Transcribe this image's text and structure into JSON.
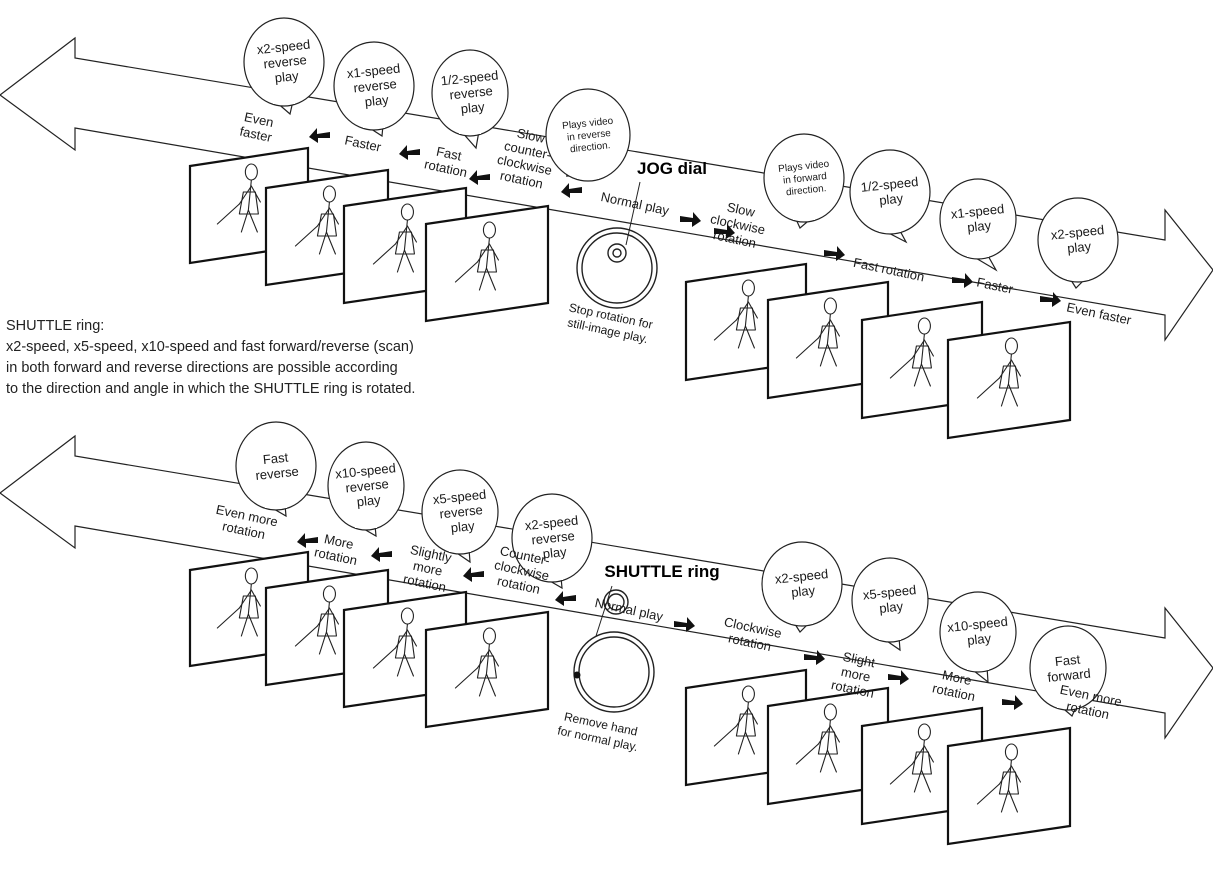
{
  "jog": {
    "title": "JOG dial",
    "center": [
      "Normal play"
    ],
    "stop": [
      "Stop rotation for",
      "still-image play."
    ],
    "rev_bubbles": [
      [
        "x2-speed",
        "reverse",
        "play"
      ],
      [
        "x1-speed",
        "reverse",
        "play"
      ],
      [
        "1/2-speed",
        "reverse",
        "play"
      ],
      [
        "Plays video",
        "in reverse",
        "direction."
      ]
    ],
    "rev_labels": [
      [
        "Even",
        "faster"
      ],
      [
        "Faster"
      ],
      [
        "Fast",
        "rotation"
      ],
      [
        "Slow",
        "counter-",
        "clockwise",
        "rotation"
      ]
    ],
    "fwd_bubbles": [
      [
        "Plays video",
        "in forward",
        "direction."
      ],
      [
        "1/2-speed",
        "play"
      ],
      [
        "x1-speed",
        "play"
      ],
      [
        "x2-speed",
        "play"
      ]
    ],
    "fwd_labels": [
      [
        "Slow",
        "clockwise",
        "rotation"
      ],
      [
        "Fast rotation"
      ],
      [
        "Faster"
      ],
      [
        "Even faster"
      ]
    ]
  },
  "shuttle": {
    "title": "SHUTTLE ring",
    "center": [
      "Normal play"
    ],
    "remove": [
      "Remove hand",
      "for normal play."
    ],
    "rev_bubbles": [
      [
        "Fast",
        "reverse"
      ],
      [
        "x10-speed",
        "reverse",
        "play"
      ],
      [
        "x5-speed",
        "reverse",
        "play"
      ],
      [
        "x2-speed",
        "reverse",
        "play"
      ]
    ],
    "rev_labels": [
      [
        "Even more",
        "rotation"
      ],
      [
        "More",
        "rotation"
      ],
      [
        "Slightly",
        "more",
        "rotation"
      ],
      [
        "Counter-",
        "clockwise",
        "rotation"
      ]
    ],
    "fwd_bubbles": [
      [
        "x2-speed",
        "play"
      ],
      [
        "x5-speed",
        "play"
      ],
      [
        "x10-speed",
        "play"
      ],
      [
        "Fast",
        "forward"
      ]
    ],
    "fwd_labels": [
      [
        "Clockwise",
        "rotation"
      ],
      [
        "Slight",
        "more",
        "rotation"
      ],
      [
        "More",
        "rotation"
      ],
      [
        "Even more",
        "rotation"
      ]
    ]
  },
  "note": "SHUTTLE ring:\nx2-speed, x5-speed, x10-speed and fast forward/reverse (scan)\nin both forward and reverse directions are possible according\nto the direction and angle in which the SHUTTLE ring is rotated."
}
